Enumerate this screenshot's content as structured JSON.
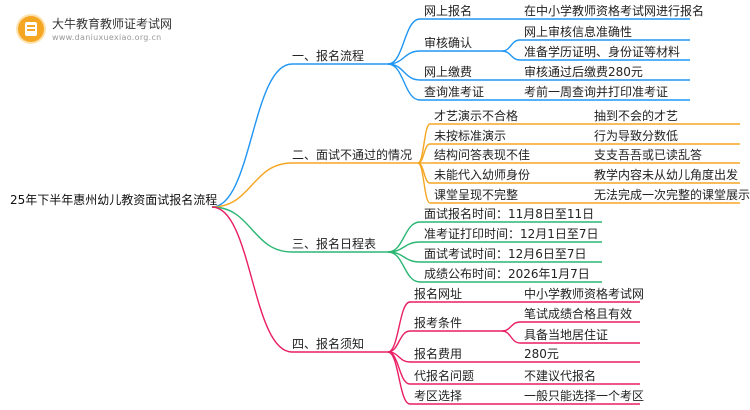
{
  "logo": {
    "title": "大牛教育教师证考试网",
    "subtitle": "www.daniuxuexiao.org.cn"
  },
  "root": "25年下半年惠州幼儿教资面试报名流程",
  "colors": {
    "blue": "#2196f3",
    "orange": "#f5a623",
    "green": "#2bb673",
    "pink": "#e91e63"
  },
  "branches": [
    {
      "label": "一、报名流程",
      "color": "blue",
      "items": [
        {
          "label": "网上报名",
          "details": [
            "在中小学教师资格考试网进行报名"
          ]
        },
        {
          "label": "审核确认",
          "details": [
            "网上审核信息准确性",
            "准备学历证明、身份证等材料"
          ]
        },
        {
          "label": "网上缴费",
          "details": [
            "审核通过后缴费280元"
          ]
        },
        {
          "label": "查询准考证",
          "details": [
            "考前一周查询并打印准考证"
          ]
        }
      ]
    },
    {
      "label": "二、面试不通过的情况",
      "color": "orange",
      "items": [
        {
          "label": "才艺演示不合格",
          "details": [
            "抽到不会的才艺"
          ]
        },
        {
          "label": "未按标准演示",
          "details": [
            "行为导致分数低"
          ]
        },
        {
          "label": "结构问答表现不佳",
          "details": [
            "支支吾吾或已读乱答"
          ]
        },
        {
          "label": "未能代入幼师身份",
          "details": [
            "教学内容未从幼儿角度出发"
          ]
        },
        {
          "label": "课堂呈现不完整",
          "details": [
            "无法完成一次完整的课堂展示"
          ]
        }
      ]
    },
    {
      "label": "三、报名日程表",
      "color": "green",
      "items": [
        {
          "label": "面试报名时间：11月8日至11日",
          "details": []
        },
        {
          "label": "准考证打印时间：12月1日至7日",
          "details": []
        },
        {
          "label": "面试考试时间：12月6日至7日",
          "details": []
        },
        {
          "label": "成绩公布时间：2026年1月7日",
          "details": []
        }
      ]
    },
    {
      "label": "四、报名须知",
      "color": "pink",
      "items": [
        {
          "label": "报名网址",
          "details": [
            "中小学教师资格考试网"
          ]
        },
        {
          "label": "报考条件",
          "details": [
            "笔试成绩合格且有效",
            "具备当地居住证"
          ]
        },
        {
          "label": "报名费用",
          "details": [
            "280元"
          ]
        },
        {
          "label": "代报名问题",
          "details": [
            "不建议代报名"
          ]
        },
        {
          "label": "考区选择",
          "details": [
            "一般只能选择一个考区"
          ]
        }
      ]
    }
  ]
}
